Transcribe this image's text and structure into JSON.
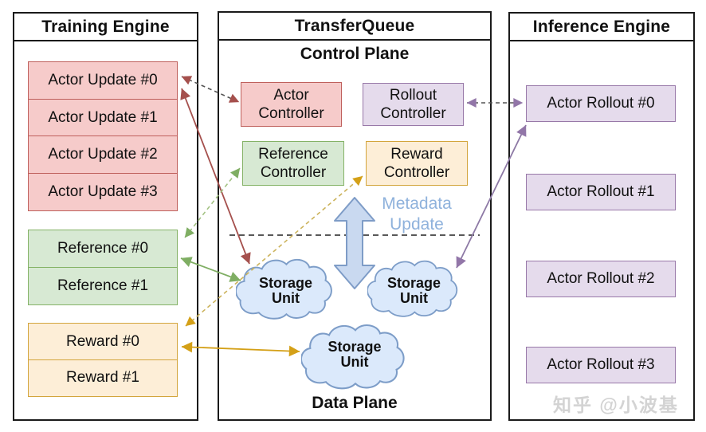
{
  "training_engine": {
    "title": "Training Engine",
    "actor_updates": [
      "Actor Update #0",
      "Actor Update #1",
      "Actor Update #2",
      "Actor Update #3"
    ],
    "references": [
      "Reference #0",
      "Reference #1"
    ],
    "rewards": [
      "Reward #0",
      "Reward #1"
    ]
  },
  "transfer_queue": {
    "title": "TransferQueue",
    "control_plane": {
      "label": "Control Plane",
      "controllers": {
        "actor": "Actor Controller",
        "rollout": "Rollout Controller",
        "reference": "Reference Controller",
        "reward": "Reward Controller"
      }
    },
    "metadata_update_label": "Metadata Update",
    "data_plane": {
      "label": "Data Plane",
      "storage_units": [
        "Storage Unit",
        "Storage Unit",
        "Storage Unit"
      ]
    }
  },
  "inference_engine": {
    "title": "Inference Engine",
    "actor_rollouts": [
      "Actor Rollout #0",
      "Actor Rollout #1",
      "Actor Rollout #2",
      "Actor Rollout #3"
    ]
  },
  "watermark": "知乎 @小波基",
  "connections": [
    {
      "from": "Actor Update #0",
      "to": "Actor Controller",
      "style": "dashed",
      "color": "#a5504d"
    },
    {
      "from": "Actor Update #0",
      "to": "Storage Unit (left)",
      "style": "solid",
      "color": "#a5504d"
    },
    {
      "from": "Reference #0",
      "to": "Reference Controller",
      "style": "dashed",
      "color": "#82b366"
    },
    {
      "from": "Reference #0/#1",
      "to": "Storage Unit (left)",
      "style": "solid",
      "color": "#82b366"
    },
    {
      "from": "Reward #0",
      "to": "Reward Controller",
      "style": "dashed",
      "color": "#d4a017"
    },
    {
      "from": "Reward #0",
      "to": "Storage Unit (bottom)",
      "style": "solid",
      "color": "#d4a017"
    },
    {
      "from": "Rollout Controller",
      "to": "Actor Rollout #0",
      "style": "dashed",
      "color": "#9673a6"
    },
    {
      "from": "Actor Rollout #0",
      "to": "Storage Unit (right)",
      "style": "solid",
      "color": "#9673a6"
    }
  ],
  "colors": {
    "pink_fill": "#f6cbca",
    "pink_border": "#bf605c",
    "green_fill": "#d7e9d3",
    "green_border": "#84b266",
    "orange_fill": "#fdeed7",
    "orange_border": "#d3a53c",
    "purple_fill": "#e5dbec",
    "purple_border": "#9878a8",
    "cloud_fill": "#dbe9fb",
    "cloud_border": "#7d9dc8",
    "metadata_text": "#8fb2dc",
    "metadata_arrow_fill": "#c9d9f0",
    "red_arrow": "#a5504d",
    "green_arrow": "#7fae63",
    "gold_arrow": "#d4a017",
    "purple_arrow": "#8d79a5",
    "gray_dash": "#555555"
  }
}
